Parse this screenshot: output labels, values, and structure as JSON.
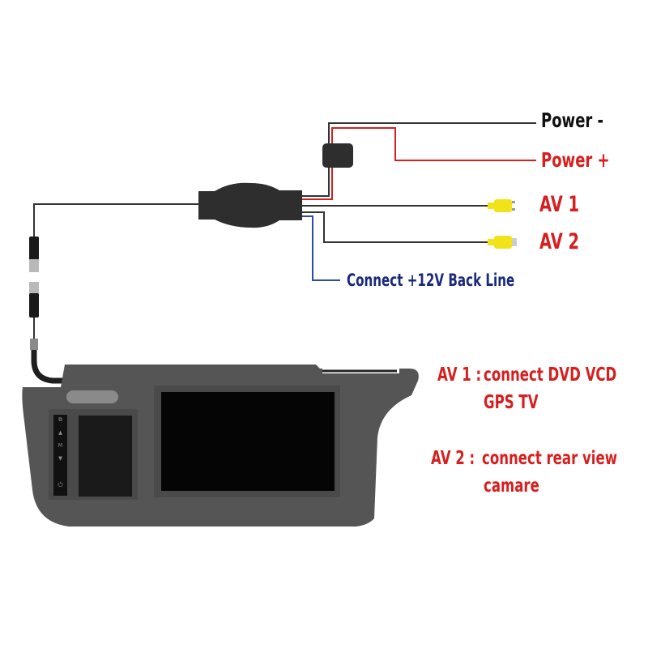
{
  "diagram": {
    "labels": {
      "power_minus": "Power -",
      "power_plus": "Power +",
      "av1": "AV 1",
      "av2": "AV 2",
      "back_line": "Connect +12V Back Line"
    },
    "notes": [
      {
        "key": "AV 1 :",
        "line1": "connect DVD VCD",
        "line2": "GPS TV"
      },
      {
        "key": "AV 2 :",
        "line1": "connect rear view",
        "line2": "camare"
      }
    ],
    "device": {
      "name": "sun visor monitor",
      "buttons": [
        "mode",
        "up",
        "menu",
        "down",
        "blank",
        "power"
      ],
      "button_glyphs": [
        "⧉",
        "▲",
        "M",
        "▼",
        "",
        "⏻"
      ]
    },
    "colors": {
      "black_wire": "#333333",
      "red_wire": "#d42020",
      "blue_wire": "#2a4fa0",
      "power_minus_text": "#111111",
      "red_text": "#d61f1f",
      "blue_text": "#1a2a7a",
      "rca_yellow": "#f2e21a",
      "visor_gray": "#555555",
      "screen": "#050505"
    }
  }
}
